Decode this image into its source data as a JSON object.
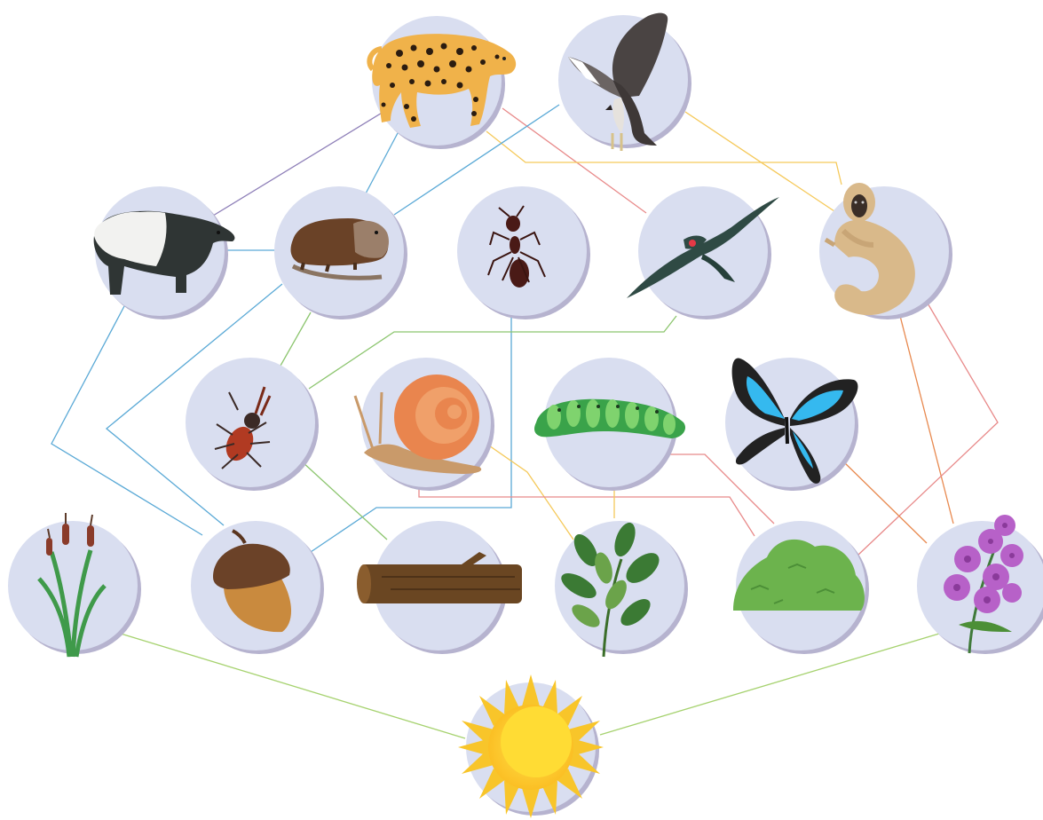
{
  "diagram": {
    "nodes": [
      {
        "id": "jaguar",
        "icon": "jaguar-icon"
      },
      {
        "id": "eagle",
        "icon": "eagle-icon"
      },
      {
        "id": "tapir",
        "icon": "tapir-icon"
      },
      {
        "id": "capybara",
        "icon": "capybara-icon"
      },
      {
        "id": "ant",
        "icon": "ant-icon"
      },
      {
        "id": "frigatebird",
        "icon": "frigatebird-icon"
      },
      {
        "id": "howler-monkey",
        "icon": "monkey-icon"
      },
      {
        "id": "stag-beetle",
        "icon": "beetle-icon"
      },
      {
        "id": "snail",
        "icon": "snail-icon"
      },
      {
        "id": "caterpillar",
        "icon": "caterpillar-icon"
      },
      {
        "id": "butterfly",
        "icon": "butterfly-icon"
      },
      {
        "id": "cattail",
        "icon": "cattail-icon"
      },
      {
        "id": "acorn",
        "icon": "acorn-icon"
      },
      {
        "id": "log",
        "icon": "log-icon"
      },
      {
        "id": "leafy-plant",
        "icon": "leaves-icon"
      },
      {
        "id": "shrub",
        "icon": "shrub-icon"
      },
      {
        "id": "orchid",
        "icon": "orchid-icon"
      },
      {
        "id": "sun",
        "icon": "sun-icon"
      }
    ],
    "links": [
      {
        "from": "jaguar",
        "to": "tapir",
        "color": "#8e7fb8"
      },
      {
        "from": "jaguar",
        "to": "capybara",
        "color": "#5aa9d6"
      },
      {
        "from": "jaguar",
        "to": "frigatebird",
        "color": "#e88a8a"
      },
      {
        "from": "jaguar",
        "to": "howler-monkey",
        "color": "#f5c95a"
      },
      {
        "from": "eagle",
        "to": "capybara",
        "color": "#5aa9d6"
      },
      {
        "from": "eagle",
        "to": "howler-monkey",
        "color": "#f5c95a"
      },
      {
        "from": "tapir",
        "to": "capybara",
        "color": "#5aa9d6"
      },
      {
        "from": "tapir",
        "to": "acorn",
        "color": "#5aa9d6"
      },
      {
        "from": "capybara",
        "to": "acorn",
        "color": "#5aa9d6"
      },
      {
        "from": "capybara",
        "to": "stag-beetle",
        "color": "#8cc56e"
      },
      {
        "from": "ant",
        "to": "acorn",
        "color": "#5aa9d6"
      },
      {
        "from": "frigatebird",
        "to": "stag-beetle",
        "color": "#8cc56e"
      },
      {
        "from": "howler-monkey",
        "to": "orchid",
        "color": "#e8894f"
      },
      {
        "from": "howler-monkey",
        "to": "shrub",
        "color": "#e88a8a"
      },
      {
        "from": "stag-beetle",
        "to": "log",
        "color": "#8cc56e"
      },
      {
        "from": "snail",
        "to": "leafy-plant",
        "color": "#f5c95a"
      },
      {
        "from": "snail",
        "to": "shrub",
        "color": "#e88a8a"
      },
      {
        "from": "caterpillar",
        "to": "leafy-plant",
        "color": "#f5c95a"
      },
      {
        "from": "caterpillar",
        "to": "shrub",
        "color": "#e88a8a"
      },
      {
        "from": "butterfly",
        "to": "orchid",
        "color": "#e8894f"
      },
      {
        "from": "cattail",
        "to": "sun",
        "color": "#a6d26f"
      },
      {
        "from": "orchid",
        "to": "sun",
        "color": "#a6d26f"
      }
    ],
    "colors": {
      "node_fill": "#d9def0",
      "node_shadow": "#b6b3cf",
      "background": "#ffffff"
    }
  }
}
